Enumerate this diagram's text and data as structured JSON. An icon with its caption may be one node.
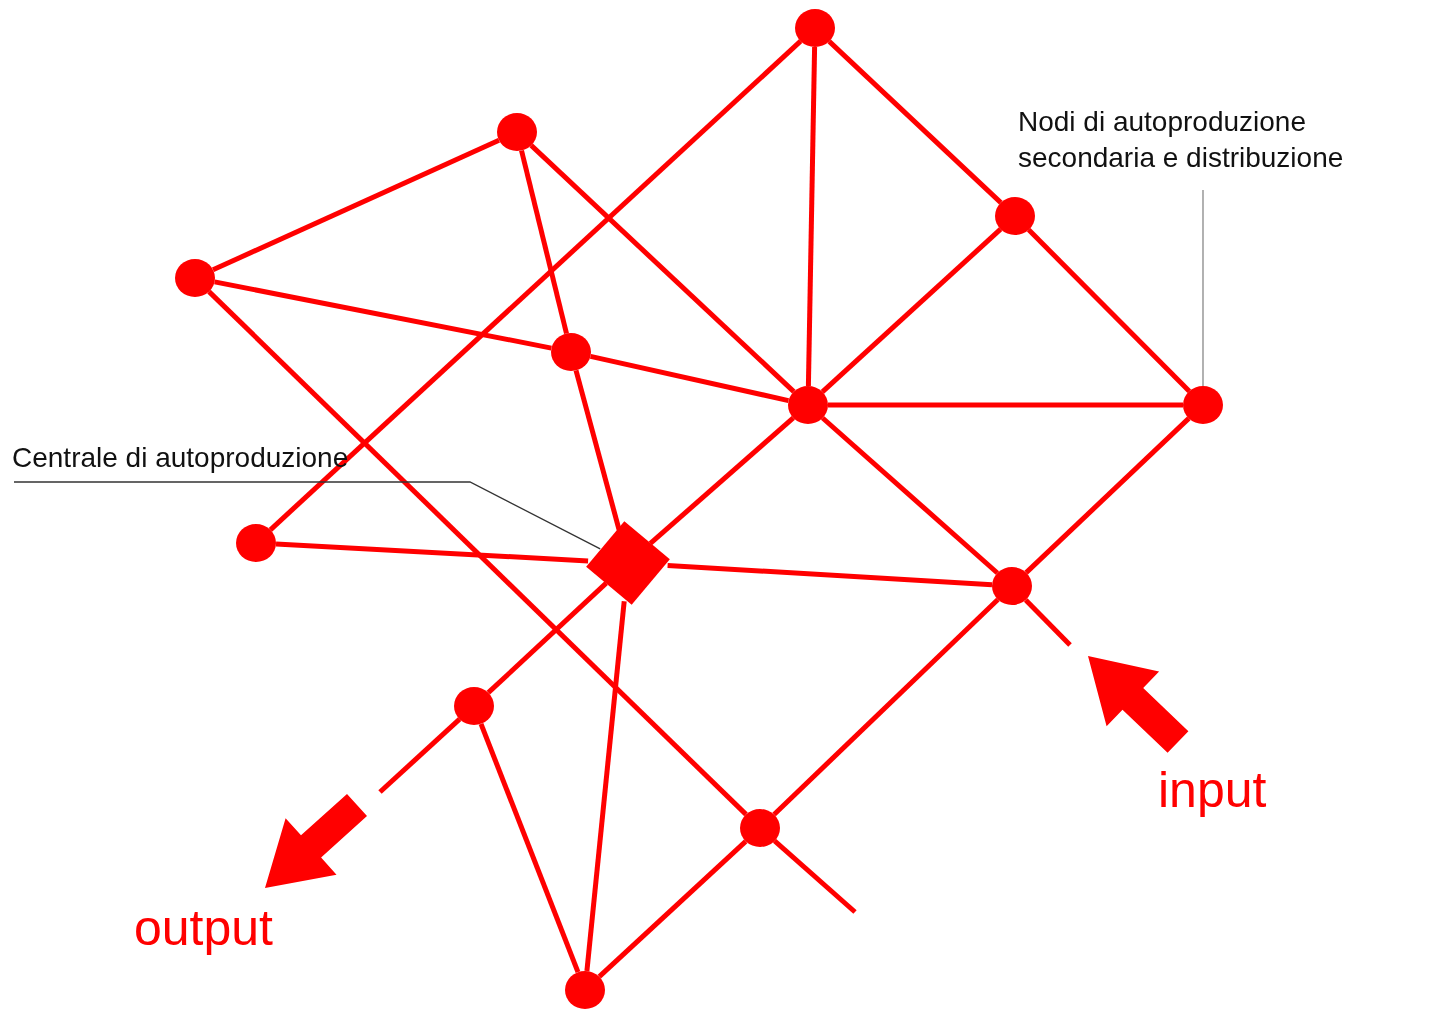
{
  "diagram": {
    "nodes": [
      {
        "text": [],
        "shape": "circle"
      },
      {
        "text": [
          "Nodi di autoproduzione secondaria e distribuzione"
        ]
      },
      {
        "text": [],
        "shape": "circle"
      },
      {
        "text": [],
        "shape": "circle"
      },
      {
        "text": [],
        "shape": "circle"
      },
      {
        "text": [],
        "shape": "circle"
      },
      {
        "text": [],
        "shape": "circle"
      },
      {
        "text": [],
        "shape": "circle"
      },
      {
        "text": [
          "Centrale di autoproduzione"
        ]
      },
      {
        "text": [],
        "shape": "circle"
      },
      {
        "text": [],
        "shape": "diamond"
      },
      {
        "text": [],
        "shape": "circle"
      },
      {
        "text": [],
        "shape": "circle"
      },
      {
        "text": [],
        "shape": "circle"
      },
      {
        "text": [],
        "shape": "circle"
      }
    ],
    "edges": [
      {
        "from": 0,
        "to": 6,
        "arrow": "none"
      },
      {
        "from": 0,
        "to": 3,
        "arrow": "none"
      },
      {
        "from": 3,
        "to": 7,
        "arrow": "none"
      },
      {
        "from": 0,
        "to": 9,
        "arrow": "none"
      },
      {
        "from": 2,
        "to": 4,
        "arrow": "none"
      },
      {
        "from": 2,
        "to": 5,
        "arrow": "none"
      },
      {
        "from": 2,
        "to": 6,
        "arrow": "none"
      },
      {
        "from": 4,
        "to": 5,
        "arrow": "none"
      },
      {
        "from": 5,
        "to": 6,
        "arrow": "none"
      },
      {
        "from": 4,
        "to": 13,
        "arrow": "none"
      },
      {
        "from": 5,
        "to": 10,
        "arrow": "none"
      },
      {
        "from": 3,
        "to": 6,
        "arrow": "none"
      },
      {
        "from": 6,
        "to": 7,
        "arrow": "none"
      },
      {
        "from": 6,
        "to": 10,
        "arrow": "none"
      },
      {
        "from": 6,
        "to": 11,
        "arrow": "none"
      },
      {
        "from": 7,
        "to": 11,
        "arrow": "none"
      },
      {
        "from": 9,
        "to": 10,
        "arrow": "none"
      },
      {
        "from": 10,
        "to": 11,
        "arrow": "none"
      },
      {
        "from": 10,
        "to": 12,
        "arrow": "none"
      },
      {
        "from": 10,
        "to": 14,
        "arrow": "none"
      },
      {
        "from": 12,
        "to": 14,
        "arrow": "none"
      },
      {
        "from": 14,
        "to": 13,
        "arrow": "none"
      },
      {
        "from": 13,
        "to": 11,
        "arrow": "none"
      },
      {
        "from": 11,
        "to": null,
        "arrow": "none"
      },
      {
        "from": 12,
        "to": null,
        "arrow": "none"
      },
      {
        "from": 13,
        "to": null,
        "arrow": "none"
      },
      {
        "from": 1,
        "to": 7,
        "arrow": "none",
        "color": "#888888"
      },
      {
        "from": 8,
        "to": 10,
        "arrow": "none",
        "color": "#333333"
      }
    ],
    "labels": [
      "input",
      "output"
    ]
  }
}
